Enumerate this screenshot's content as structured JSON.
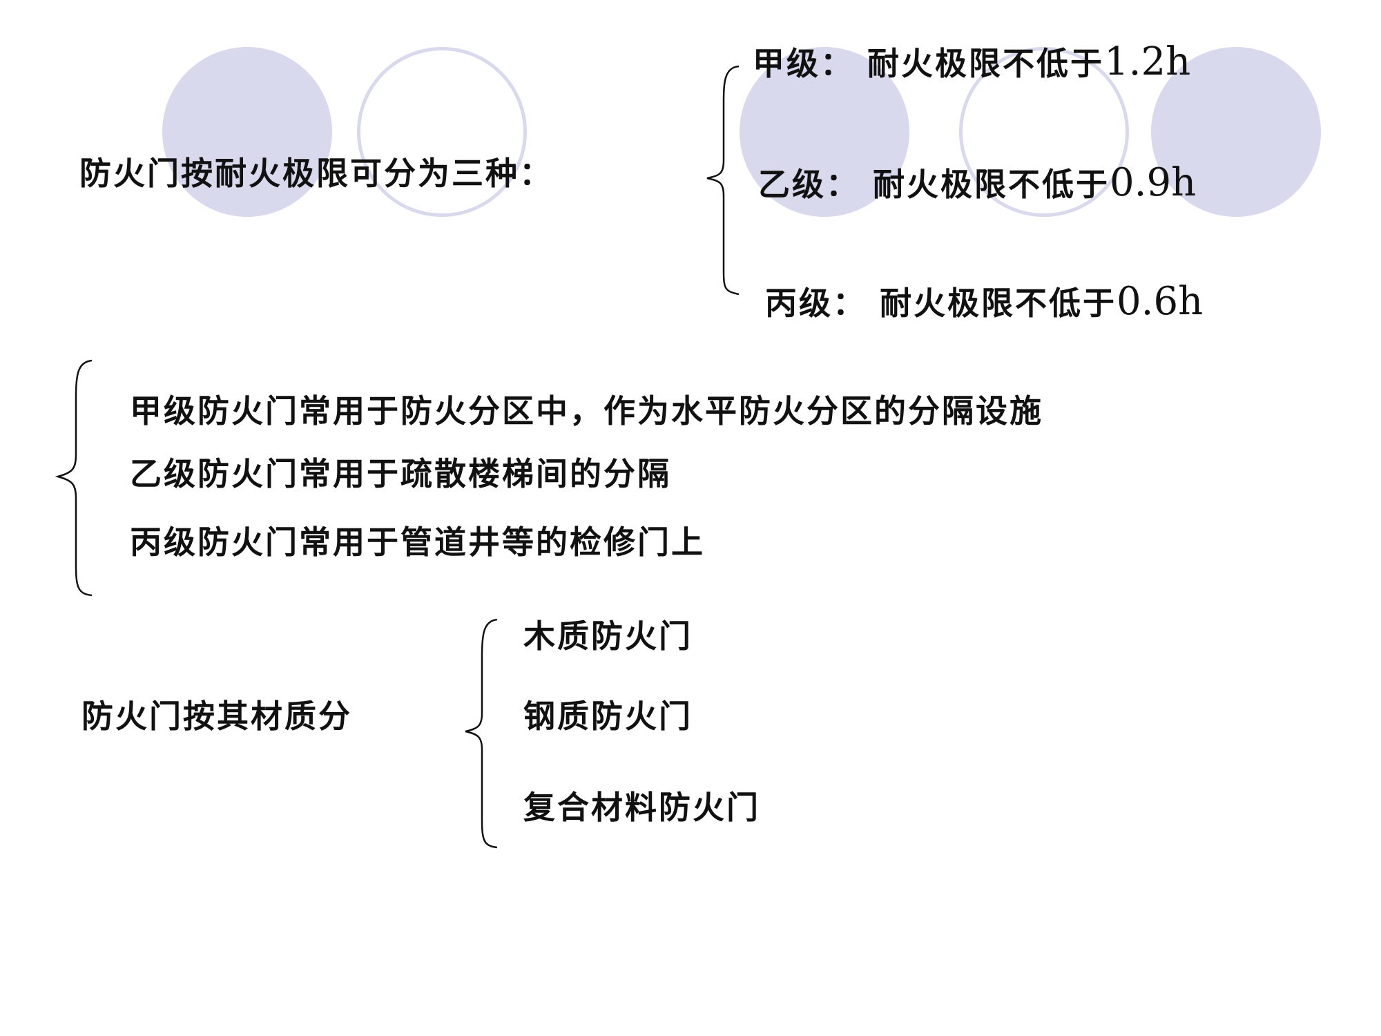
{
  "decorations": {
    "circles": [
      {
        "style": "filled",
        "color": "#d9d9ee"
      },
      {
        "style": "ring",
        "color": "#d9d9ee"
      },
      {
        "style": "filled",
        "color": "#d9d9ee"
      },
      {
        "style": "ring",
        "color": "#d9d9ee"
      },
      {
        "style": "filled",
        "color": "#d9d9ee"
      }
    ]
  },
  "section1": {
    "lead": "防火门按耐火极限可分为三种：",
    "grades": [
      {
        "label": "甲级：",
        "desc": "耐火极限不低于",
        "value": "1.2h"
      },
      {
        "label": "乙级：",
        "desc": "耐火极限不低于",
        "value": "0.9h"
      },
      {
        "label": "丙级：",
        "desc": "耐火极限不低于",
        "value": "0.6h"
      }
    ]
  },
  "section2": {
    "lines": [
      "甲级防火门常用于防火分区中，作为水平防火分区的分隔设施",
      "乙级防火门常用于疏散楼梯间的分隔",
      "丙级防火门常用于管道井等的检修门上"
    ]
  },
  "section3": {
    "lead": "防火门按其材质分",
    "items": [
      "木质防火门",
      "钢质防火门",
      "复合材料防火门"
    ]
  }
}
